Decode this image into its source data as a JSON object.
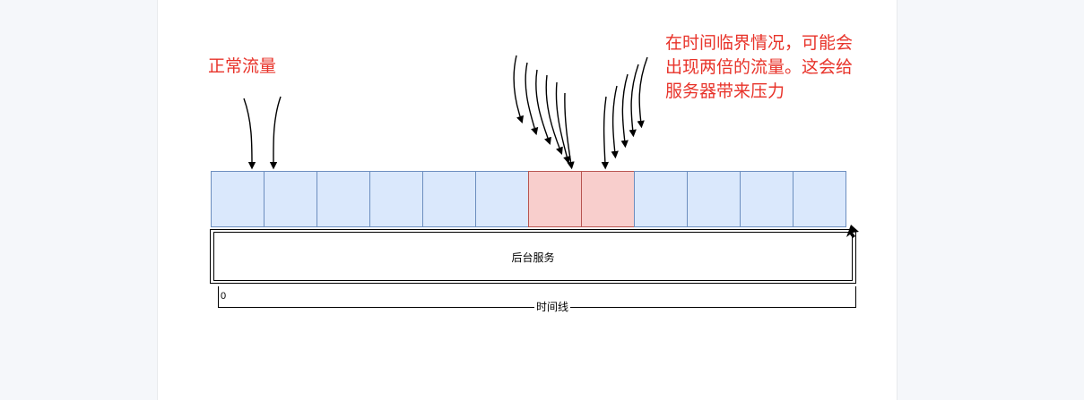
{
  "canvas": {
    "background_color": "#ffffff",
    "page_background_color": "#f5f7fa"
  },
  "annotations": {
    "normal_traffic": "正常流量",
    "burst_traffic": "在时间临界情况，可能会\n出现两倍的流量。这会给\n服务器带来压力",
    "color": "#e8332a"
  },
  "timeline": {
    "backend_service_label": "后台服务",
    "zero_label": "0",
    "axis_label": "时间线"
  },
  "cells": {
    "count": 12,
    "blue_fill": "#dae8fc",
    "blue_stroke": "#6c8ebf",
    "red_fill": "#f8cecc",
    "red_stroke": "#b85450",
    "slots": [
      {
        "index": 1,
        "state": "normal"
      },
      {
        "index": 2,
        "state": "normal"
      },
      {
        "index": 3,
        "state": "normal"
      },
      {
        "index": 4,
        "state": "normal"
      },
      {
        "index": 5,
        "state": "normal"
      },
      {
        "index": 6,
        "state": "normal"
      },
      {
        "index": 7,
        "state": "overload"
      },
      {
        "index": 8,
        "state": "overload"
      },
      {
        "index": 9,
        "state": "normal"
      },
      {
        "index": 10,
        "state": "normal"
      },
      {
        "index": 11,
        "state": "normal"
      },
      {
        "index": 12,
        "state": "normal"
      }
    ]
  },
  "arrows": {
    "normal_group_count": 2,
    "burst_left_group_count": 6,
    "burst_right_group_count": 5,
    "stroke_color": "#000000"
  }
}
